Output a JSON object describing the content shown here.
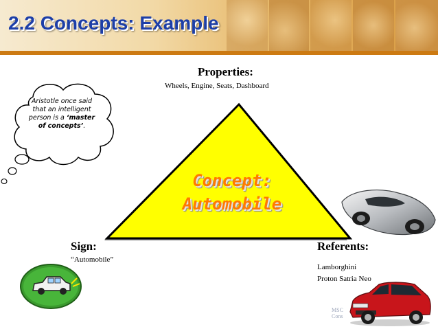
{
  "slide": {
    "title": "2.2 Concepts: Example"
  },
  "properties": {
    "heading": "Properties:",
    "detail": "Wheels, Engine, Seats, Dashboard"
  },
  "concept": {
    "line1": "Concept:",
    "line2": "Automobile"
  },
  "sign": {
    "heading": "Sign:",
    "detail": "“Automobile”"
  },
  "referents": {
    "heading": "Referents:",
    "items": [
      "Lamborghini",
      "Proton Satria Neo"
    ]
  },
  "quote": {
    "intro": "Aristotle once said that an intelligent person is a",
    "emphasis": "‘master of concepts’",
    "ending": "."
  },
  "watermark": {
    "line1": "MSC",
    "line2": "Cons"
  },
  "colors": {
    "title": "#1d3fa8",
    "triangle_fill": "#ffff00",
    "concept_text": "#ff7a00",
    "header_rule": "#cc7a12"
  },
  "icons": [
    "car-sign-icon",
    "sports-car-icon",
    "hatchback-car-icon",
    "thought-bubble"
  ]
}
